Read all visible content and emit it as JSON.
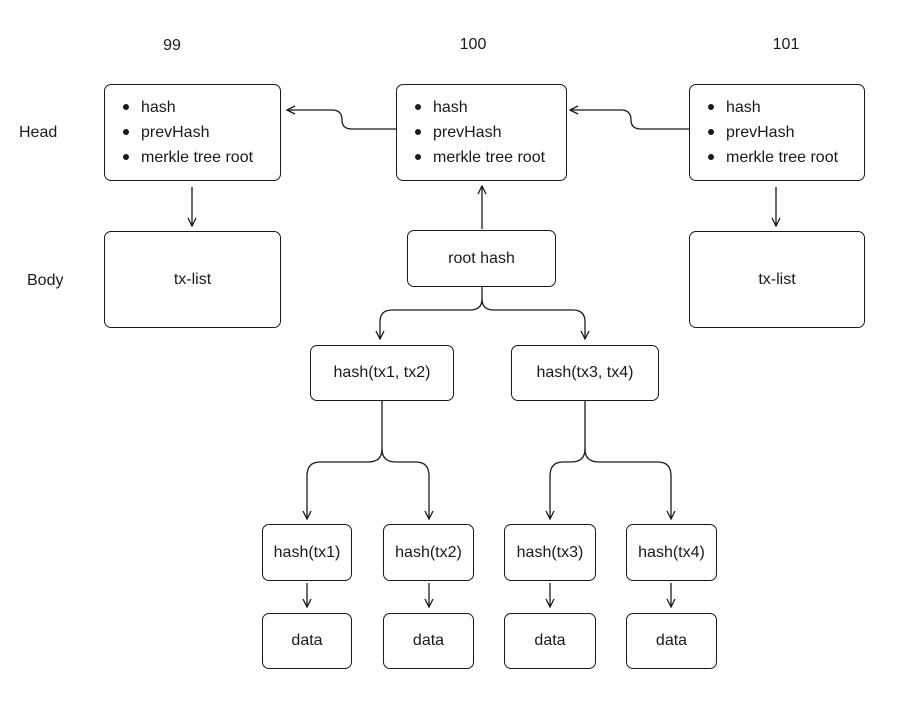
{
  "blocks": [
    {
      "number": "99",
      "fields": [
        "hash",
        "prevHash",
        "merkle tree root"
      ],
      "body": "tx-list"
    },
    {
      "number": "100",
      "fields": [
        "hash",
        "prevHash",
        "merkle tree root"
      ]
    },
    {
      "number": "101",
      "fields": [
        "hash",
        "prevHash",
        "merkle tree root"
      ],
      "body": "tx-list"
    }
  ],
  "row_labels": {
    "head": "Head",
    "body": "Body"
  },
  "merkle": {
    "root": "root hash",
    "level1": [
      "hash(tx1, tx2)",
      "hash(tx3, tx4)"
    ],
    "leaves": [
      "hash(tx1)",
      "hash(tx2)",
      "hash(tx3)",
      "hash(tx4)"
    ],
    "data": [
      "data",
      "data",
      "data",
      "data"
    ]
  }
}
